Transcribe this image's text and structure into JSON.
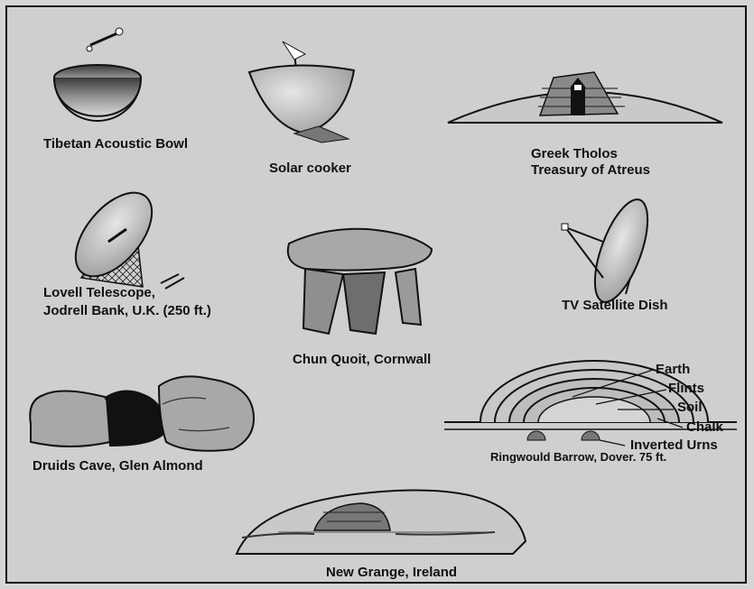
{
  "captions": {
    "tibetan": "Tibetan Acoustic Bowl",
    "solar": "Solar cooker",
    "tholos_1": "Greek Tholos",
    "tholos_2": "Treasury of Atreus",
    "tv": "TV Satellite Dish",
    "lovell_1": "Lovell Telescope,",
    "lovell_2": "Jodrell Bank, U.K. (250 ft.)",
    "chun": "Chun Quoit, Cornwall",
    "druids": "Druids Cave, Glen Almond",
    "ringwould": "Ringwould Barrow, Dover. 75 ft.",
    "newgrange": "New Grange, Ireland"
  },
  "barrow_labels": {
    "earth": "Earth",
    "flints": "Flints",
    "soil": "Soil",
    "chalk": "Chalk",
    "urns": "Inverted Urns"
  }
}
